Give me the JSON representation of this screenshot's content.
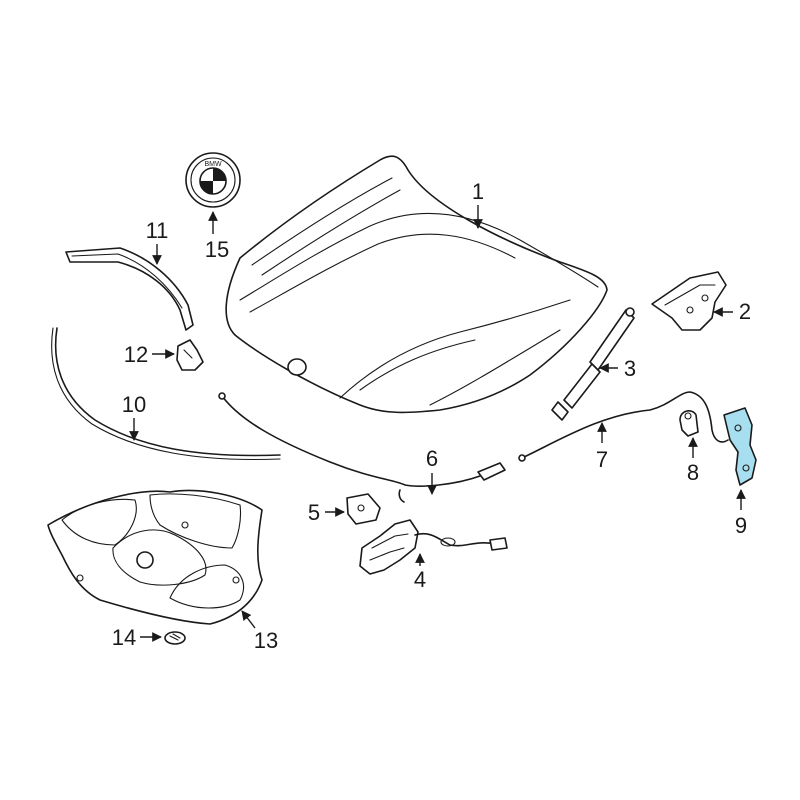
{
  "diagram": {
    "highlight_color": "#a8dff0",
    "parts": [
      {
        "id": "hood",
        "callout": "1"
      },
      {
        "id": "hinge",
        "callout": "2"
      },
      {
        "id": "lift-support",
        "callout": "3"
      },
      {
        "id": "hood-latch",
        "callout": "4"
      },
      {
        "id": "latch-bracket",
        "callout": "5"
      },
      {
        "id": "release-cable-front",
        "callout": "6"
      },
      {
        "id": "release-cable-rear",
        "callout": "7"
      },
      {
        "id": "cable-clip",
        "callout": "8"
      },
      {
        "id": "hinge-bracket",
        "callout": "9"
      },
      {
        "id": "weatherstrip",
        "callout": "10"
      },
      {
        "id": "seal-strip",
        "callout": "11"
      },
      {
        "id": "seal-bracket",
        "callout": "12"
      },
      {
        "id": "insulation-pad",
        "callout": "13"
      },
      {
        "id": "retainer-clip",
        "callout": "14"
      },
      {
        "id": "emblem",
        "callout": "15",
        "logo_text": "BMW"
      }
    ]
  }
}
